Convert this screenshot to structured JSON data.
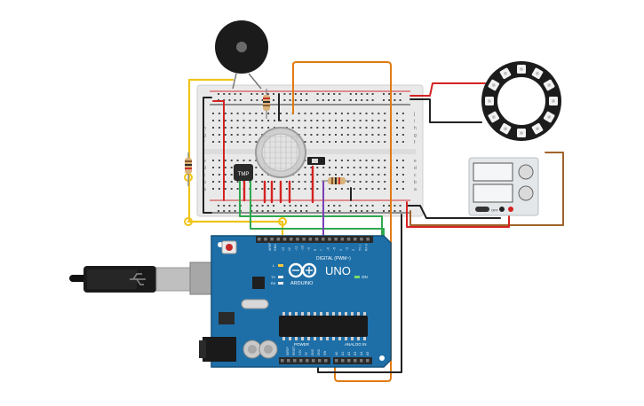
{
  "colors": {
    "background": "#ffffff",
    "breadboard": "#e9e9e9",
    "breadboard_edge": "#cfcfcf",
    "rail_red": "#d32f2f",
    "rail_black": "#333333",
    "hole": "#4a4a4a",
    "arduino_board": "#1e6fa8",
    "arduino_edge": "#14507a",
    "header": "#2a2a2a",
    "wire_yellow": "#f0c419",
    "wire_orange": "#e07b12",
    "wire_brown": "#a0642b",
    "wire_green": "#2fa84f",
    "wire_red": "#d52222",
    "wire_black": "#222222",
    "wire_purple": "#7a3fb5",
    "buzzer": "#1b1b1b",
    "neopixel_ring": "#1c1c1c",
    "power_supply": "#e4e7ea",
    "resistor": "#d9b27c"
  },
  "breadboard": {
    "row_letters_top": [
      "j",
      "i",
      "h",
      "g",
      "f"
    ],
    "row_letters_bottom": [
      "e",
      "d",
      "c",
      "b",
      "a"
    ]
  },
  "sensor": {
    "label": "TMP"
  },
  "arduino": {
    "model_label": "UNO",
    "brand_label": "ARDUINO",
    "digital_label": "DIGITAL (PWM~)",
    "power_label": "POWER",
    "analog_label": "ANALOG IN",
    "on_label": "ON",
    "l_label": "L",
    "tx_label": "TX",
    "rx_label": "RX",
    "aref_label": "AREF",
    "gnd_label": "GND",
    "digital_pins": [
      "13",
      "12",
      "~11",
      "~10",
      "~9",
      "8",
      "7",
      "~6",
      "~5",
      "4",
      "~3",
      "2",
      "TX 1",
      "RX 0"
    ],
    "power_pins": [
      "IOREF",
      "RESET",
      "3.3V",
      "5V",
      "GND",
      "GND",
      "VIN"
    ],
    "analog_pins": [
      "A0",
      "A1",
      "A2",
      "A3",
      "A4",
      "A5"
    ]
  },
  "power_supply": {
    "label": "OFF"
  },
  "icons": [
    "usb-plug-icon",
    "usb-cable-icon",
    "arduino-infinity-logo-icon",
    "reset-button-icon",
    "buzzer-icon",
    "neopixel-ring-icon",
    "gas-sensor-icon",
    "power-supply-icon"
  ]
}
